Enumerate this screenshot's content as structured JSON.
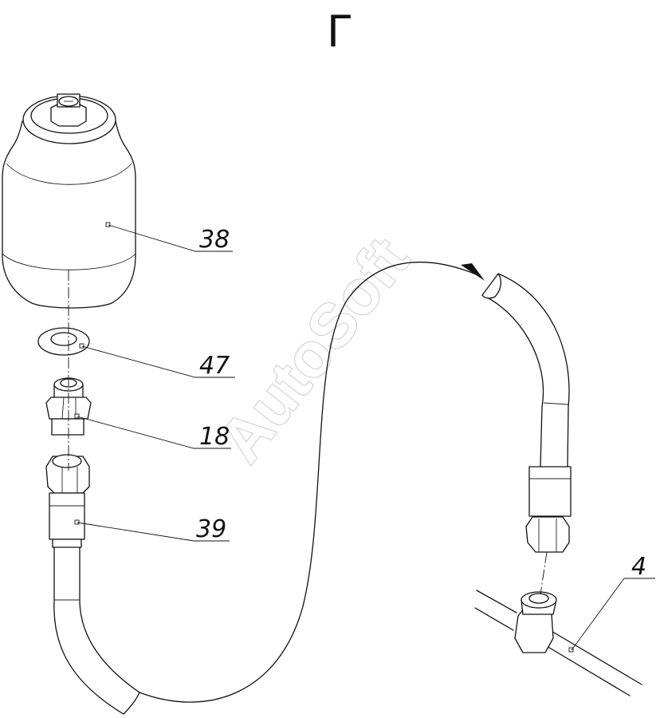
{
  "view_label": "Г",
  "watermark": "AutoSoft",
  "callouts": [
    {
      "id": "38",
      "label": "38"
    },
    {
      "id": "47",
      "label": "47"
    },
    {
      "id": "18",
      "label": "18"
    },
    {
      "id": "39",
      "label": "39"
    },
    {
      "id": "4",
      "label": "4"
    }
  ]
}
